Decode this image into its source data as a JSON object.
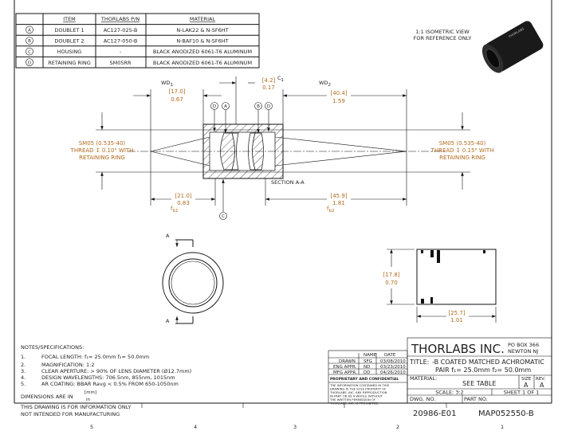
{
  "bom": {
    "headers": [
      "ITEM",
      "THORLABS P/N",
      "MATERIAL"
    ],
    "rows": [
      {
        "tag": "A",
        "item": "DOUBLET 1",
        "pn": "AC127-025-B",
        "material": "N-LAK22 & N-SF6HT"
      },
      {
        "tag": "B",
        "item": "DOUBLET  2",
        "pn": "AC127-050-B",
        "material": "N-BAF10 & N-SF6HT"
      },
      {
        "tag": "C",
        "item": "HOUSING",
        "pn": "-",
        "material": "BLACK ANODIZED 6061-T6 ALUMINUM"
      },
      {
        "tag": "D",
        "item": "RETAINING RING",
        "pn": "SM05RR",
        "material": "BLACK ANODIZED 6061-T6 ALUMINUM"
      }
    ]
  },
  "iso_note": [
    "1:1 ISOMETRIC VIEW",
    "FOR REFERENCE ONLY"
  ],
  "dims": {
    "wd1": {
      "label": "WD",
      "sub": "1",
      "mm": "[17.0]",
      "in": "0.67"
    },
    "c1": {
      "label": "C",
      "sub": "1",
      "mm": "[4.2]",
      "in": "0.17"
    },
    "wd2": {
      "label": "WD",
      "sub": "2",
      "mm": "[40.4]",
      "in": "1.59"
    },
    "fb1": {
      "label": "f",
      "sub": "b1",
      "mm": "[21.0]",
      "in": "0.83"
    },
    "fb2": {
      "label": "f",
      "sub": "b2",
      "mm": "[45.9]",
      "in": "1.81"
    },
    "height": {
      "mm": "[17.8]",
      "in": "0.70"
    },
    "width": {
      "mm": "[25.7]",
      "in": "1.01"
    }
  },
  "thread_left": [
    "SM05 (0.535-40)",
    "THREAD ↧ 0.10\" WITH",
    "RETAINING RING"
  ],
  "thread_right": [
    "SM05 (0.535-40)",
    "THREAD ↧ 0.15\" WITH",
    "RETAINING RING"
  ],
  "section_label": "SECTION A-A",
  "section_marker": "A",
  "notes": {
    "title": "NOTES/SPECIFICATIONS:",
    "items": [
      {
        "n": "1.",
        "text": "FOCAL LENGTH: f₁= 25.0mm   f₂= 50.0mm"
      },
      {
        "n": "2.",
        "text": "MAGNIFICATION:  1:2"
      },
      {
        "n": "3.",
        "text": "CLEAR APERTURE: > 90% OF LENS DIAMETER (Ø12.7mm)"
      },
      {
        "n": "4.",
        "text": "DESIGN WAVELENGTHS: 706.5nm, 855nm, 1015nm"
      },
      {
        "n": "5.",
        "text": "AR COATING: BBAR Ravg < 0.5% FROM 650-1050nm"
      }
    ],
    "dimensions": "DIMENSIONS ARE IN",
    "units_top": "[mm]",
    "units_bottom": "in",
    "info1": "THIS DRAWING IS FOR INFORMATION ONLY",
    "info2": "NOT INTENDED FOR MANUFACTURING"
  },
  "title_block": {
    "company": "THORLABS INC.",
    "address1": "PO BOX 366",
    "address2": "NEWTON NJ",
    "approvals_headers": [
      "NAME",
      "DATE"
    ],
    "approvals": [
      {
        "role": "DRAWN",
        "name": "SFG",
        "date": "03/08/2010"
      },
      {
        "role": "ENG APPR.",
        "name": "ND",
        "date": "03/23/2010"
      },
      {
        "role": "MFG APPR.",
        "name": "DD",
        "date": "04/26/2010"
      }
    ],
    "proprietary_title": "PROPRIETARY AND CONFIDENTIAL",
    "proprietary_text": [
      "THE INFORMATION CONTAINED IN THIS",
      "DRAWING IS THE SOLE PROPERTY OF",
      "THORLABS, INC.  ANY REPRODUCTION",
      "IN PART OR AS A WHOLE WITHOUT",
      "THE WRITTEN PERMISSION OF",
      "THORLABS, INC. IS PROHIBITED."
    ],
    "title_label": "TITLE:",
    "title_line1": "-B COATED MATCHED ACHROMATIC",
    "title_line2": "PAIR   f₁= 25.0mm  f₂= 50.0mm",
    "material_label": "MATERIAL:",
    "material_value": "SEE TABLE",
    "size_label": "SIZE",
    "size_value": "A",
    "rev_label": "REV.",
    "rev_value": "A",
    "scale": "SCALE: 3:2",
    "sheet": "SHEET 1 OF 1",
    "dwg_label": "DWG.  NO.",
    "dwg_value": "20986-E01",
    "part_label": "PART  NO.",
    "part_value": "MAP052550-B"
  },
  "zones": [
    "5",
    "4",
    "3",
    "2",
    "1"
  ]
}
